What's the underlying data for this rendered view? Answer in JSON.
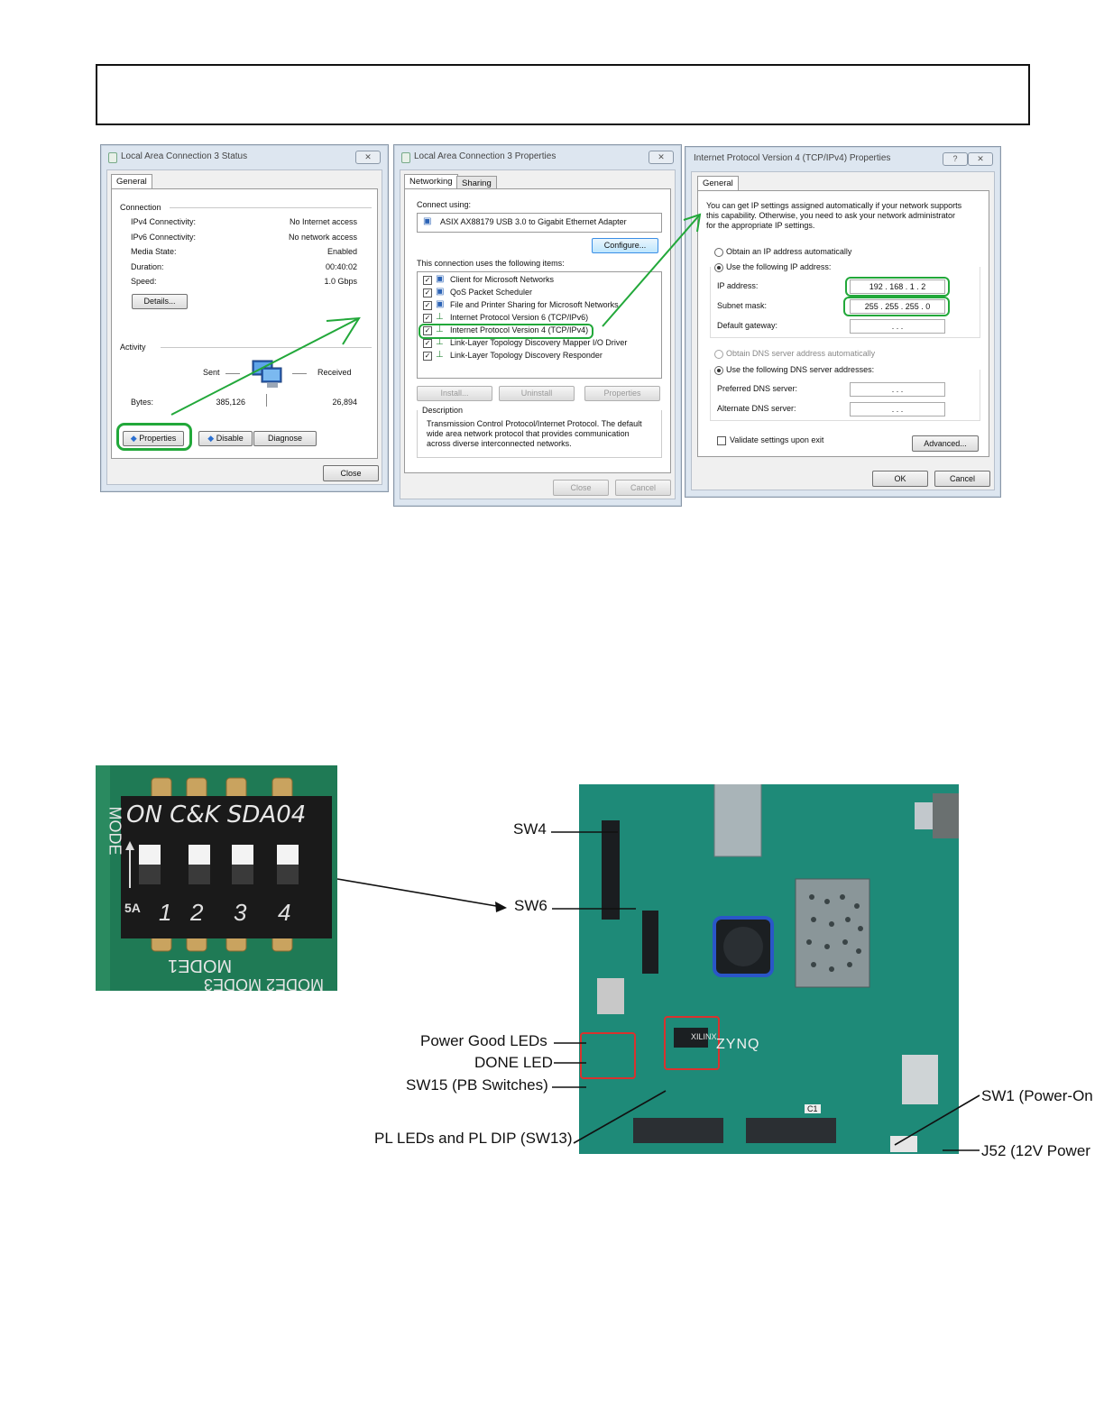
{
  "status_window": {
    "title": "Local Area Connection 3 Status",
    "tab_general": "General",
    "connection_heading": "Connection",
    "rows": [
      {
        "label": "IPv4 Connectivity:",
        "value": "No Internet access"
      },
      {
        "label": "IPv6 Connectivity:",
        "value": "No network access"
      },
      {
        "label": "Media State:",
        "value": "Enabled"
      },
      {
        "label": "Duration:",
        "value": "00:40:02"
      },
      {
        "label": "Speed:",
        "value": "1.0 Gbps"
      }
    ],
    "details_button": "Details...",
    "activity_heading": "Activity",
    "sent_label": "Sent",
    "received_label": "Received",
    "bytes_label": "Bytes:",
    "bytes_sent": "385,126",
    "bytes_received": "26,894",
    "properties_button": "Properties",
    "disable_button": "Disable",
    "diagnose_button": "Diagnose",
    "close_button": "Close",
    "close_x": "✕"
  },
  "properties_window": {
    "title": "Local Area Connection 3 Properties",
    "tab_networking": "Networking",
    "tab_sharing": "Sharing",
    "connect_using_label": "Connect using:",
    "adapter_name": "ASIX AX88179 USB 3.0 to Gigabit Ethernet Adapter",
    "configure_button": "Configure...",
    "items_label": "This connection uses the following items:",
    "items": [
      "Client for Microsoft Networks",
      "QoS Packet Scheduler",
      "File and Printer Sharing for Microsoft Networks",
      "Internet Protocol Version 6 (TCP/IPv6)",
      "Internet Protocol Version 4 (TCP/IPv4)",
      "Link-Layer Topology Discovery Mapper I/O Driver",
      "Link-Layer Topology Discovery Responder"
    ],
    "install_button": "Install...",
    "uninstall_button": "Uninstall",
    "properties_button": "Properties",
    "description_label": "Description",
    "description_text_1": "Transmission Control Protocol/Internet Protocol. The default",
    "description_text_2": "wide area network protocol that provides communication",
    "description_text_3": "across diverse interconnected networks.",
    "close_button": "Close",
    "cancel_button": "Cancel",
    "close_x": "✕"
  },
  "ipv4_window": {
    "title": "Internet Protocol Version 4 (TCP/IPv4) Properties",
    "tab_general": "General",
    "intro_1": "You can get IP settings assigned automatically if your network supports",
    "intro_2": "this capability. Otherwise, you need to ask your network administrator",
    "intro_3": "for the appropriate IP settings.",
    "obtain_auto": "Obtain an IP address automatically",
    "use_following": "Use the following IP address:",
    "ip_label": "IP address:",
    "ip_value": "192 . 168 .  1  .  2",
    "subnet_label": "Subnet mask:",
    "subnet_value": "255 . 255 . 255 .  0",
    "gateway_label": "Default gateway:",
    "empty_ip": ".        .        .",
    "dns_auto": "Obtain DNS server address automatically",
    "dns_use": "Use the following DNS server addresses:",
    "preferred_dns": "Preferred DNS server:",
    "alternate_dns": "Alternate DNS server:",
    "validate": "Validate settings upon exit",
    "advanced_button": "Advanced...",
    "ok_button": "OK",
    "cancel_button": "Cancel",
    "help_x": "?",
    "close_x": "✕"
  },
  "dip_photo": {
    "brand_text": "ON C&K SDA04",
    "switch_numbers": [
      "1",
      "2",
      "3",
      "4"
    ],
    "side_label": "5A",
    "bottom_text": "MODE1",
    "bottom_text2": "MODE2 MODE3",
    "left_text": "MODE"
  },
  "board_photo": {
    "chip_brand": "XILINX",
    "chip_name": "ZYNQ",
    "connector_label": "C1"
  },
  "board_labels": {
    "sw4": "SW4",
    "sw6": "SW6",
    "power_good": "Power Good LEDs",
    "done_led": "DONE LED",
    "sw15": "SW15 (PB Switches)",
    "pl_leds": "PL LEDs and PL DIP (SW13)",
    "sw1": "SW1 (Power-On",
    "j52": "J52 (12V Power"
  },
  "colors": {
    "highlight": "#22a83a",
    "board_highlight": "#d9322e",
    "fan_ring": "#2a56c8"
  }
}
